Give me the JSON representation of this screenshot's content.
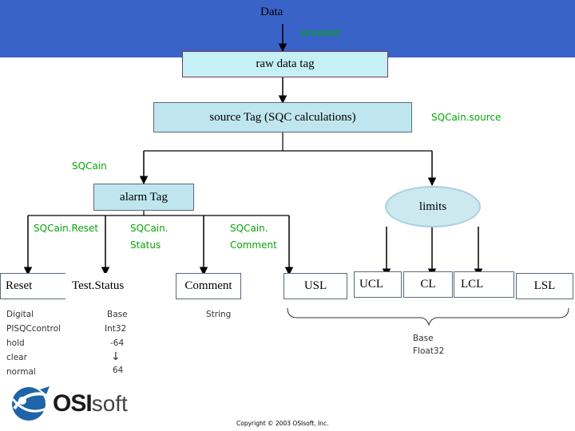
{
  "header": {
    "data_label": "Data",
    "sinusoid_label": "sinusoid"
  },
  "boxes": {
    "raw": "raw data tag",
    "source": "source Tag (SQC calculations)",
    "alarm": "alarm Tag",
    "limits": "limits"
  },
  "labels": {
    "sqcain_source": "SQCain.source",
    "sqcain": "SQCain",
    "sqcain_reset": "SQCain.Reset",
    "sqcain_status_1": "SQCain.",
    "sqcain_status_2": "Status",
    "sqcain_comment_1": "SQCain.",
    "sqcain_comment_2": "Comment"
  },
  "nodes": {
    "reset": "Reset",
    "teststatus": "Test.Status",
    "comment": "Comment",
    "usl": "USL",
    "ucl": "UCL",
    "cl": "CL",
    "lcl": "LCL",
    "lsl": "LSL"
  },
  "reset_values": [
    "Digital",
    "PISQCcontrol",
    "hold",
    "clear",
    "normal"
  ],
  "status_values": {
    "line1": "Base",
    "line2": "Int32",
    "line3": "-64",
    "arrow": "↓",
    "line4": "64"
  },
  "comment_value": "String",
  "limits_values": {
    "line1": "Base",
    "line2": "Float32"
  },
  "footer": {
    "copyright": "Copyright © 2003 OSIsoft, Inc."
  },
  "logo": {
    "brand_bold": "OSI",
    "brand_light": "soft"
  },
  "colors": {
    "band": "#3a63c8",
    "green": "#08a608",
    "box_fill": "#bfe6ee",
    "raw_fill": "#c5f0f5"
  }
}
